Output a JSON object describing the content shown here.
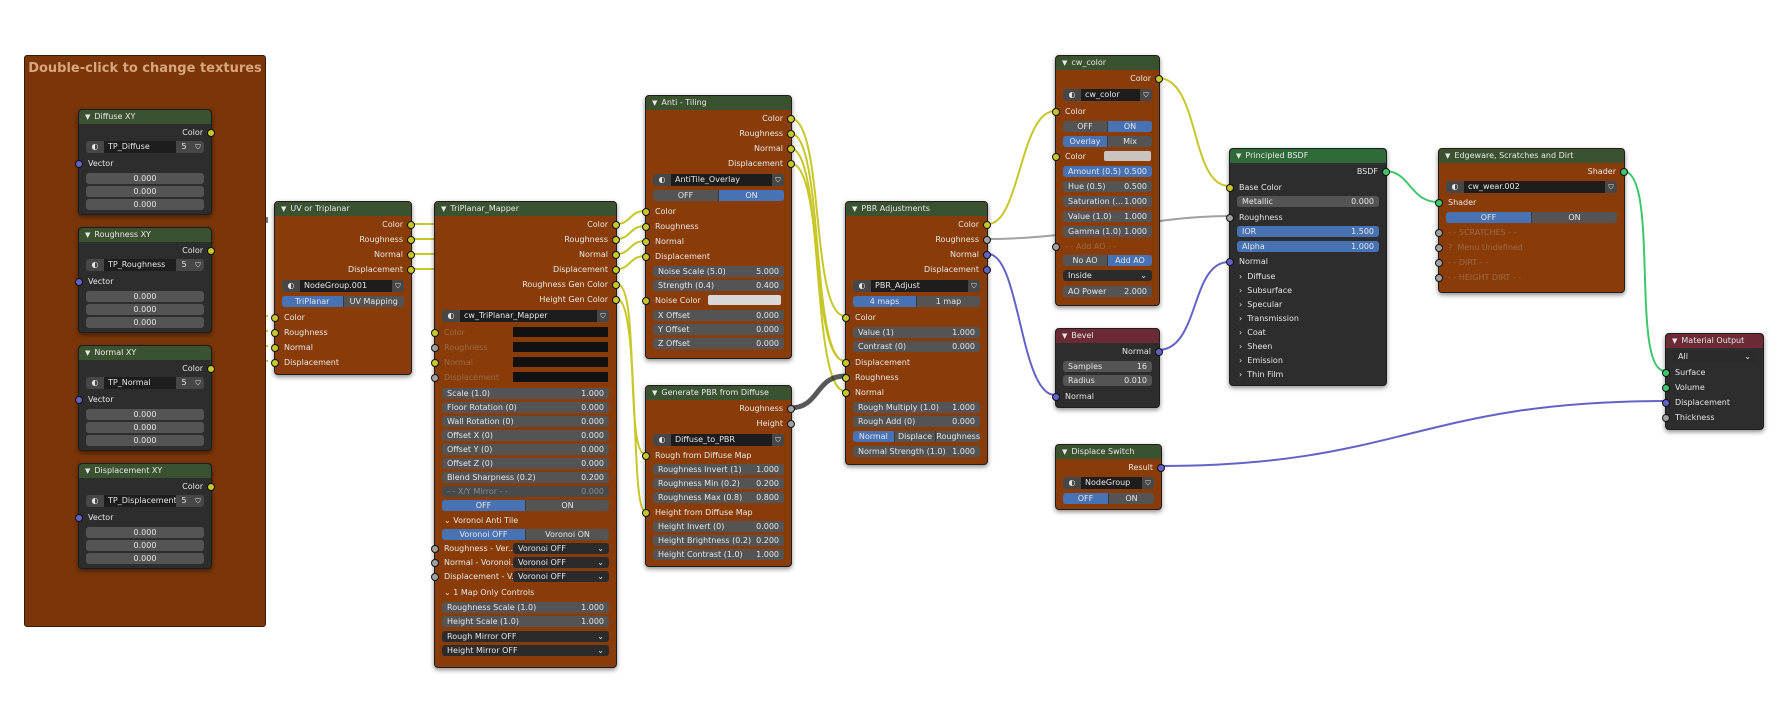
{
  "frame": {
    "title": "Double-click to change textures"
  },
  "diffuse": {
    "title": "Diffuse XY",
    "out": "Color",
    "in": "Vector",
    "tex": "TP_Diffuse",
    "users": "5",
    "vals": [
      "0.000",
      "0.000",
      "0.000"
    ]
  },
  "rough": {
    "title": "Roughness XY",
    "out": "Color",
    "in": "Vector",
    "tex": "TP_Roughness",
    "users": "5",
    "vals": [
      "0.000",
      "0.000",
      "0.000"
    ]
  },
  "normal": {
    "title": "Normal XY",
    "out": "Color",
    "in": "Vector",
    "tex": "TP_Normal",
    "users": "5",
    "vals": [
      "0.000",
      "0.000",
      "0.000"
    ]
  },
  "disp": {
    "title": "Displacement XY",
    "out": "Color",
    "in": "Vector",
    "tex": "TP_Displacement",
    "users": "5",
    "vals": [
      "0.000",
      "0.000",
      "0.000"
    ]
  },
  "uvt": {
    "title": "UV or Triplanar",
    "outs": [
      "Color",
      "Roughness",
      "Normal",
      "Displacement"
    ],
    "group": "NodeGroup.001",
    "toggle": [
      "TriPlanar Map...",
      "UV Mapping"
    ],
    "ins": [
      "Color",
      "Roughness",
      "Normal",
      "Displacement"
    ]
  },
  "tri": {
    "title": "TriPlanar_Mapper",
    "outs": [
      "Color",
      "Roughness",
      "Normal",
      "Displacement",
      "Roughness Gen Color",
      "Height Gen Color"
    ],
    "group": "cw_TriPlanar_Mapper",
    "ins": [
      "Color",
      "Roughness",
      "Normal",
      "Displacement"
    ],
    "fields": [
      {
        "label": "Scale (1.0)",
        "value": "1.000"
      },
      {
        "label": "Floor Rotation (0)",
        "value": "0.000"
      },
      {
        "label": "Wall Rotation (0)",
        "value": "0.000"
      },
      {
        "label": "Offset X (0)",
        "value": "0.000"
      },
      {
        "label": "Offset Y (0)",
        "value": "0.000"
      },
      {
        "label": "Offset Z (0)",
        "value": "0.000"
      },
      {
        "label": "Blend Sharpness (0.2)",
        "value": "0.200"
      },
      {
        "label": "- - X/Y Mirror - -",
        "value": "0.000"
      }
    ],
    "toggle": [
      "OFF",
      "ON"
    ],
    "voronoi_panel": "Voronoi Anti Tile",
    "voronoi_toggle": [
      "Voronoi OFF",
      "Voronoi ON"
    ],
    "drops": [
      {
        "label": "Roughness - Ver...",
        "value": "Voronoi OFF"
      },
      {
        "label": "Normal - Voronoi...",
        "value": "Voronoi OFF"
      },
      {
        "label": "Displacement - V...",
        "value": "Voronoi OFF"
      }
    ],
    "onemap_panel": "1 Map Only Controls",
    "onemap_fields": [
      {
        "label": "Roughness Scale (1.0)",
        "value": "1.000"
      },
      {
        "label": "Height Scale (1.0)",
        "value": "1.000"
      }
    ],
    "mirror_drops": [
      "Rough Mirror OFF",
      "Height Mirror OFF"
    ]
  },
  "anti": {
    "title": "Anti - Tiling",
    "outs": [
      "Color",
      "Roughness",
      "Normal",
      "Displacement"
    ],
    "group": "AntiTile_Overlay",
    "toggle": [
      "OFF",
      "ON"
    ],
    "ins": [
      "Color",
      "Roughness",
      "Normal",
      "Displacement"
    ],
    "fields": [
      {
        "label": "Noise Scale (5.0)",
        "value": "5.000"
      },
      {
        "label": "Strength (0.4)",
        "value": "0.400"
      }
    ],
    "noise_color": "Noise Color",
    "fields2": [
      {
        "label": "X Offset",
        "value": "0.000"
      },
      {
        "label": "Y Offset",
        "value": "0.000"
      },
      {
        "label": "Z Offset",
        "value": "0.000"
      }
    ]
  },
  "gen": {
    "title": "Generate PBR from Diffuse",
    "outs": [
      "Roughness",
      "Height"
    ],
    "group": "Diffuse_to_PBR",
    "sec1": "Rough from Diffuse Map",
    "fields1": [
      {
        "label": "Roughness Invert (1)",
        "value": "1.000"
      },
      {
        "label": "Roughness Min (0.2)",
        "value": "0.200"
      },
      {
        "label": "Roughness Max (0.8)",
        "value": "0.800"
      }
    ],
    "sec2": "Height from Diffuse Map",
    "fields2": [
      {
        "label": "Height Invert (0)",
        "value": "0.000"
      },
      {
        "label": "Height Brightness (0.2)",
        "value": "0.200"
      },
      {
        "label": "Height Contrast (1.0)",
        "value": "1.000"
      }
    ]
  },
  "pbr": {
    "title": "PBR Adjustments",
    "outs": [
      "Color",
      "Roughness",
      "Normal",
      "Displacement"
    ],
    "group": "PBR_Adjust",
    "toggle": [
      "4 maps",
      "1 map"
    ],
    "in_color": "Color",
    "fields": [
      {
        "label": "Value (1)",
        "value": "1.000"
      },
      {
        "label": "Contrast (0)",
        "value": "0.000"
      }
    ],
    "ins": [
      "Displacement",
      "Roughness",
      "Normal"
    ],
    "fields2": [
      {
        "label": "Rough Multiply (1.0)",
        "value": "1.000"
      },
      {
        "label": "Rough Add (0)",
        "value": "0.000"
      }
    ],
    "tri_toggle": [
      "Normal",
      "Displace",
      "Roughness"
    ],
    "fields3": [
      {
        "label": "Normal Strength (1.0)",
        "value": "1.000"
      }
    ]
  },
  "cw": {
    "title": "cw_color",
    "out": "Color",
    "group": "cw_color",
    "in_color": "Color",
    "toggle1": [
      "OFF",
      "ON"
    ],
    "toggle2": [
      "Overlay",
      "Mix"
    ],
    "color_lbl": "Color",
    "fields": [
      {
        "label": "Amount (0.5)",
        "value": "0.500"
      },
      {
        "label": "Hue (0.5)",
        "value": "0.500"
      },
      {
        "label": "Saturation (...",
        "value": "1.000"
      },
      {
        "label": "Value (1.0)",
        "value": "1.000"
      },
      {
        "label": "Gamma (1.0)",
        "value": "1.000"
      }
    ],
    "ao_sep": "- - Add AO - -",
    "toggle3": [
      "No AO",
      "Add AO"
    ],
    "inside": "Inside",
    "ao_power": {
      "label": "AO Power",
      "value": "2.000"
    }
  },
  "bevel": {
    "title": "Bevel",
    "out": "Normal",
    "samples": {
      "label": "Samples",
      "value": "16"
    },
    "radius": {
      "label": "Radius",
      "value": "0.010"
    },
    "in": "Normal"
  },
  "dswitch": {
    "title": "Displace Switch",
    "out": "Result",
    "group": "NodeGroup",
    "toggle": [
      "OFF",
      "ON"
    ]
  },
  "bsdf": {
    "title": "Principled BSDF",
    "out": "BSDF",
    "base": "Base Color",
    "metallic": {
      "label": "Metallic",
      "value": "0.000"
    },
    "roughness": "Roughness",
    "ior": {
      "label": "IOR",
      "value": "1.500"
    },
    "alpha": {
      "label": "Alpha",
      "value": "1.000"
    },
    "normal": "Normal",
    "panels": [
      "Diffuse",
      "Subsurface",
      "Specular",
      "Transmission",
      "Coat",
      "Sheen",
      "Emission",
      "Thin Film"
    ]
  },
  "edge": {
    "title": "Edgeware, Scratches and Dirt",
    "out": "Shader",
    "group": "cw_wear.002",
    "in_shader": "Shader",
    "toggle": [
      "OFF",
      "ON"
    ],
    "s1": "- - SCRATCHES - -",
    "undef": "Menu Undefined",
    "s2": "- - DIRT - -",
    "s3": "- - HEIGHT DIRT - -"
  },
  "mat": {
    "title": "Material Output",
    "target": "All",
    "ins": [
      "Surface",
      "Volume",
      "Displacement",
      "Thickness"
    ]
  },
  "colors": {
    "frame": "#7a3608",
    "node_body": "#8a3c08",
    "group_header": "#3b5230",
    "shader_header": "#2e6b38",
    "output_header": "#6b2a34",
    "vector_header": "#45325f",
    "socket_color": "#c7c729",
    "socket_float": "#a1a1a1",
    "socket_vector": "#6363c7",
    "socket_shader": "#3fc76b",
    "accent": "#4772b3"
  },
  "icons": {
    "collapse": "chevron-down-icon",
    "datablock": "sphere-icon",
    "shield": "fake-user-icon",
    "panel": "chevron-right-icon"
  }
}
